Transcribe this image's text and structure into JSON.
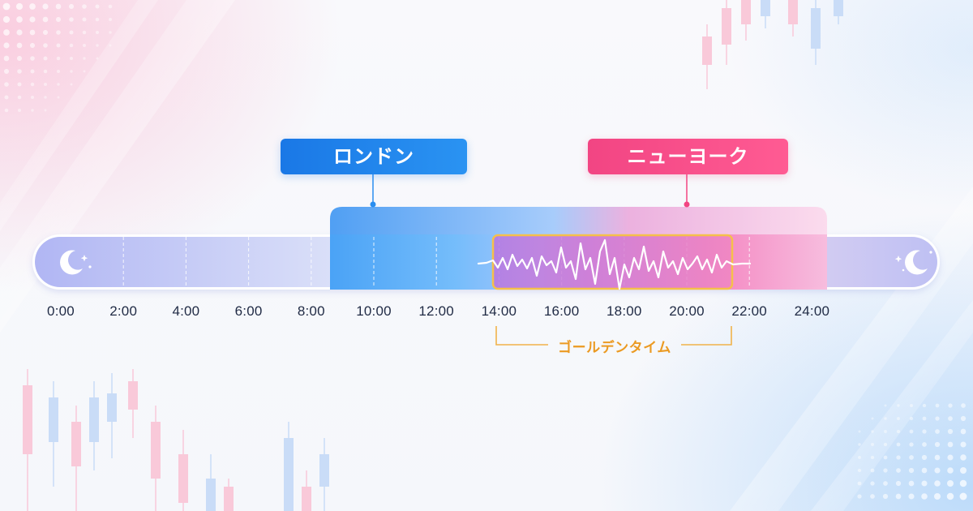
{
  "sessions": {
    "london": {
      "label": "ロンドン",
      "color": "#1a78e6"
    },
    "new_york": {
      "label": "ニューヨーク",
      "color": "#f24583"
    }
  },
  "timeline": {
    "ticks": [
      "0:00",
      "2:00",
      "4:00",
      "6:00",
      "8:00",
      "10:00",
      "12:00",
      "14:00",
      "16:00",
      "18:00",
      "20:00",
      "22:00",
      "24:00"
    ],
    "night_icon_left": "moon-stars-icon",
    "night_icon_right": "moon-stars-icon"
  },
  "golden_time": {
    "label": "ゴールデンタイム",
    "color": "#eb9a22"
  },
  "decor": {
    "candlestick_icons": "candlestick-chart-icon"
  }
}
